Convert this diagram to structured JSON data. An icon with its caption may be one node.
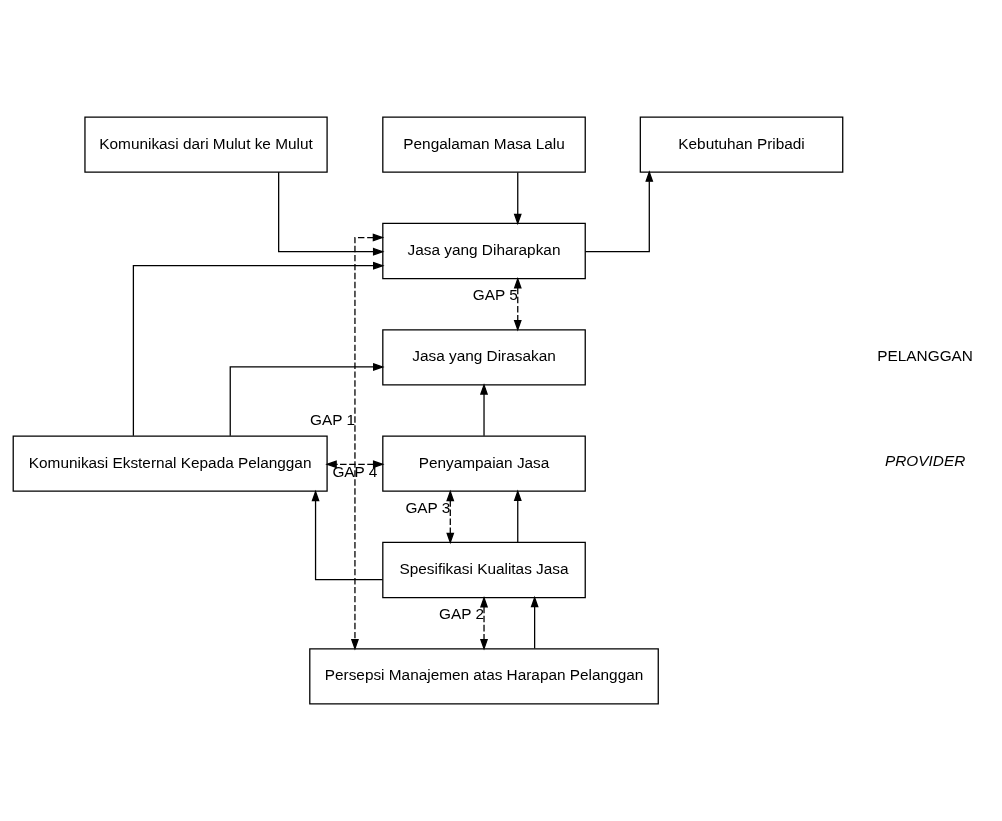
{
  "diagram": {
    "nodes": [
      {
        "text": [
          "Komunikasi dari Mulut ke Mulut"
        ]
      },
      {
        "text": [
          "Kebutuhan Pribadi"
        ]
      },
      {
        "text": [
          "Pengalaman Masa Lalu"
        ]
      },
      {
        "text": [
          "Jasa yang Diharapkan"
        ]
      },
      {
        "text": [
          "Jasa yang Dirasakan"
        ]
      },
      {
        "text": [
          "Penyampaian Jasa"
        ]
      },
      {
        "text": [
          "Komunikasi Eksternal Kepada Pelanggan"
        ]
      },
      {
        "text": [
          "Spesifikasi Kualitas Jasa"
        ]
      },
      {
        "text": [
          "Persepsi Manajemen atas Harapan Pelanggan"
        ]
      }
    ],
    "edges": [
      {
        "from": 0,
        "to": 3,
        "arrow": "to"
      },
      {
        "from": 3,
        "to": 1,
        "arrow": "to"
      },
      {
        "from": 2,
        "to": 3,
        "arrow": "to"
      },
      {
        "from": 3,
        "to": 4,
        "arrow": "both",
        "style": "dashed",
        "label": "GAP 5"
      },
      {
        "from": 6,
        "to": 3,
        "arrow": "to"
      },
      {
        "from": 6,
        "to": 4,
        "arrow": "to"
      },
      {
        "from": 5,
        "to": 4,
        "arrow": "to"
      },
      {
        "from": 5,
        "to": 6,
        "arrow": "both",
        "style": "dashed",
        "label": "GAP 4"
      },
      {
        "from": 5,
        "to": 7,
        "arrow": "both",
        "style": "dashed",
        "label": "GAP 3"
      },
      {
        "from": 7,
        "to": 5,
        "arrow": "to"
      },
      {
        "from": 7,
        "to": 6,
        "arrow": "to"
      },
      {
        "from": 7,
        "to": 8,
        "arrow": "both",
        "style": "dashed",
        "label": "GAP 2"
      },
      {
        "from": 8,
        "to": 7,
        "arrow": "to"
      },
      {
        "from": 3,
        "to": 8,
        "arrow": "both",
        "style": "dashed",
        "label": "GAP 1"
      }
    ],
    "labels": [
      "PELANGGAN",
      "PROVIDER"
    ]
  }
}
